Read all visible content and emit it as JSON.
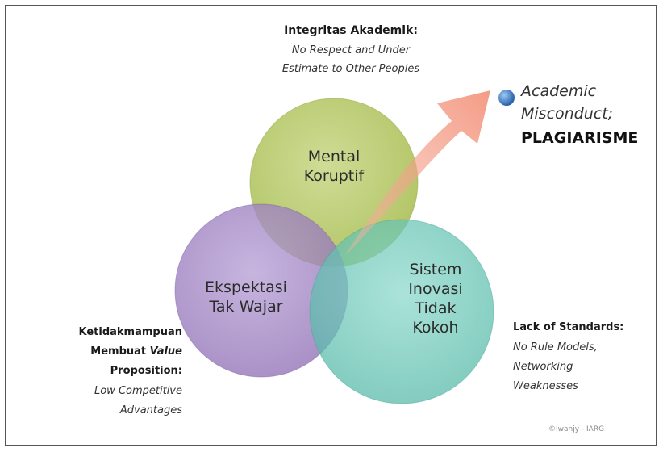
{
  "top_note": {
    "title": "Integritas Akademik:",
    "line1": "No Respect and Under",
    "line2": "Estimate to Other Peoples"
  },
  "outcome": {
    "line1": "Academic",
    "line2": "Misconduct;",
    "line3": "PLAGIARISME"
  },
  "circles": {
    "top": {
      "line1": "Mental",
      "line2": "Koruptif",
      "color": "#a9bd54"
    },
    "left": {
      "line1": "Ekspektasi",
      "line2": "Tak Wajar",
      "color": "#9d7fbf"
    },
    "right": {
      "line1": "Sistem",
      "line2": "Inovasi",
      "line3": "Tidak",
      "line4": "Kokoh",
      "color": "#63c6b5"
    }
  },
  "left_note": {
    "line1": "Ketidakmampuan",
    "line2_a": "Membuat ",
    "line2_b": "Value",
    "line3": "Proposition:",
    "line4": "Low Competitive",
    "line5": "Advantages"
  },
  "right_note": {
    "title": "Lack of Standards:",
    "line1": "No Rule Models,",
    "line2": "Networking",
    "line3": "Weaknesses"
  },
  "footer": "©Iwanjy - IARG",
  "arrow_color": "#f2937a",
  "bullet_color": "#2f6db5"
}
